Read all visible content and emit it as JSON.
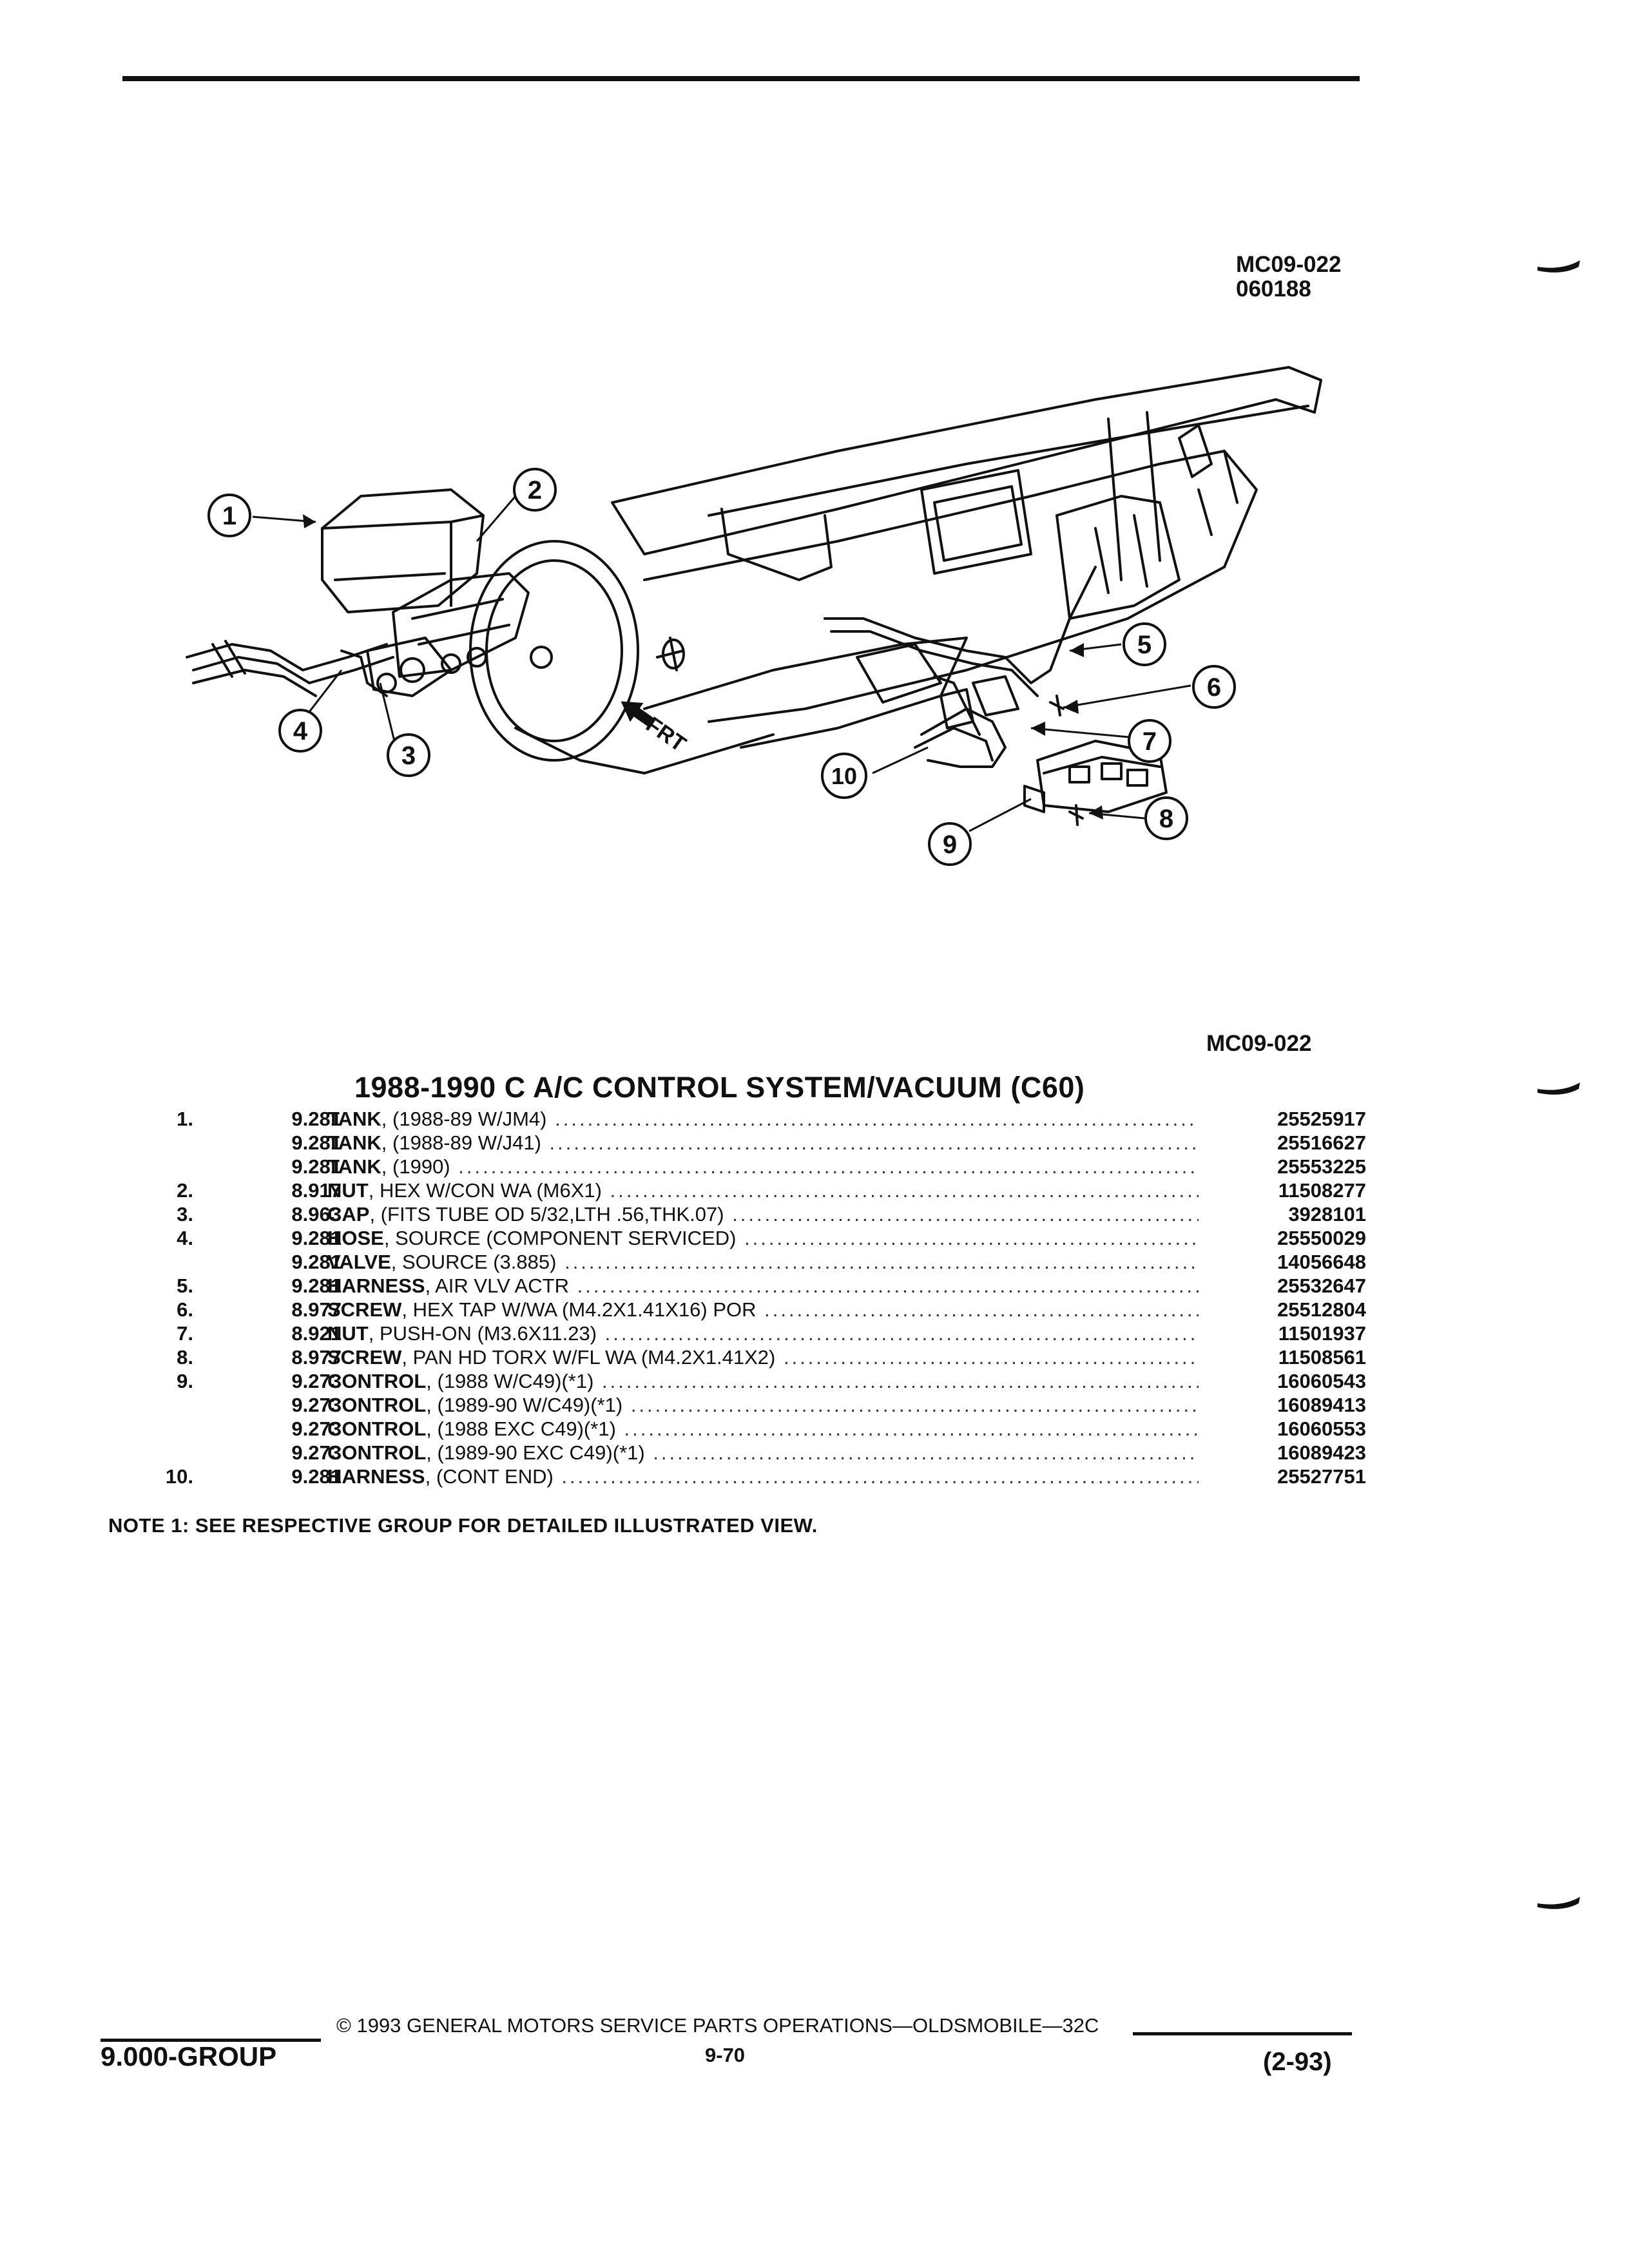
{
  "header": {
    "fig_ref_top": "MC09-022",
    "fig_date": "060188",
    "fig_ref_mid": "MC09-022"
  },
  "illustration": {
    "callouts": [
      "1",
      "2",
      "3",
      "4",
      "5",
      "6",
      "7",
      "8",
      "9",
      "10"
    ],
    "front_label": "FRT"
  },
  "title": "1988-1990 C A/C CONTROL SYSTEM/VACUUM (C60)",
  "parts": [
    {
      "num": "1.",
      "group": "9.281",
      "name": "TANK",
      "desc": ", (1988-89 W/JM4)",
      "part": "25525917"
    },
    {
      "num": "",
      "group": "9.281",
      "name": "TANK",
      "desc": ", (1988-89 W/J41)",
      "part": "25516627"
    },
    {
      "num": "",
      "group": "9.281",
      "name": "TANK",
      "desc": ", (1990)",
      "part": "25553225"
    },
    {
      "num": "2.",
      "group": "8.917",
      "name": "NUT",
      "desc": ", HEX W/CON WA (M6X1)",
      "part": "11508277"
    },
    {
      "num": "3.",
      "group": "8.963",
      "name": "CAP",
      "desc": ", (FITS TUBE OD 5/32,LTH .56,THK.07)",
      "part": "3928101"
    },
    {
      "num": "4.",
      "group": "9.281",
      "name": "HOSE",
      "desc": ", SOURCE (COMPONENT SERVICED)",
      "part": "25550029"
    },
    {
      "num": "",
      "group": "9.281",
      "name": "VALVE",
      "desc": ", SOURCE (3.885)",
      "part": "14056648"
    },
    {
      "num": "5.",
      "group": "9.281",
      "name": "HARNESS",
      "desc": ", AIR VLV ACTR",
      "part": "25532647"
    },
    {
      "num": "6.",
      "group": "8.977",
      "name": "SCREW",
      "desc": ", HEX TAP W/WA (M4.2X1.41X16) POR",
      "part": "25512804"
    },
    {
      "num": "7.",
      "group": "8.921",
      "name": "NUT",
      "desc": ", PUSH-ON (M3.6X11.23)",
      "part": "11501937"
    },
    {
      "num": "8.",
      "group": "8.977",
      "name": "SCREW",
      "desc": ", PAN HD TORX W/FL WA (M4.2X1.41X2)",
      "part": "11508561"
    },
    {
      "num": "9.",
      "group": "9.273",
      "name": "CONTROL",
      "desc": ", (1988 W/C49)(*1)",
      "part": "16060543"
    },
    {
      "num": "",
      "group": "9.273",
      "name": "CONTROL",
      "desc": ", (1989-90 W/C49)(*1)",
      "part": "16089413"
    },
    {
      "num": "",
      "group": "9.273",
      "name": "CONTROL",
      "desc": ", (1988 EXC C49)(*1)",
      "part": "16060553"
    },
    {
      "num": "",
      "group": "9.273",
      "name": "CONTROL",
      "desc": ", (1989-90 EXC C49)(*1)",
      "part": "16089423"
    },
    {
      "num": "10.",
      "group": "9.281",
      "name": "HARNESS",
      "desc": ", (CONT END)",
      "part": "25527751"
    }
  ],
  "note": "NOTE  1:  SEE RESPECTIVE GROUP FOR DETAILED ILLUSTRATED VIEW.",
  "footer": {
    "group": "9.000-GROUP",
    "copyright": "© 1993  GENERAL MOTORS SERVICE PARTS OPERATIONS—OLDSMOBILE—32C",
    "page": "9-70",
    "date": "(2-93)"
  }
}
